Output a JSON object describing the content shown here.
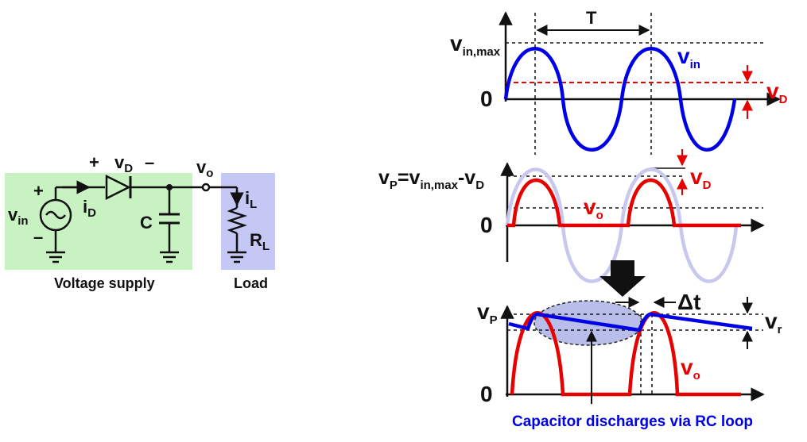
{
  "circuit": {
    "source_var": "v",
    "source_sub": "in",
    "plus_sign": "+",
    "minus_sign": "–",
    "diode_voltage_var": "v",
    "diode_voltage_sub": "D",
    "diode_current_var": "i",
    "diode_current_sub": "D",
    "capacitor_label": "C",
    "output_var": "v",
    "output_sub": "o",
    "load_current_var": "i",
    "load_current_sub": "L",
    "load_resistor_var": "R",
    "load_resistor_sub": "L",
    "supply_caption": "Voltage supply",
    "load_caption": "Load",
    "colors": {
      "supply_box": "#c9f2c2",
      "load_box": "#c5c8f5"
    }
  },
  "plots": {
    "period_label": "T",
    "vin_max_var": "v",
    "vin_max_sub": "in,max",
    "zero_label": "0",
    "vin_var": "v",
    "vin_sub": "in",
    "vd_var": "v",
    "vd_sub": "D",
    "vp_eq": {
      "a_var": "v",
      "a_sub": "P",
      "eq": "=",
      "b_var": "v",
      "b_sub": "in,max",
      "minus": "-",
      "c_var": "v",
      "c_sub": "D"
    },
    "vo_var": "v",
    "vo_sub": "o",
    "vp_var": "v",
    "vp_sub": "P",
    "delta_t": "Δt",
    "vr_var": "v",
    "vr_sub": "r",
    "discharge_note": "Capacitor discharges via RC loop",
    "colors": {
      "vin": "#0000e6",
      "vd": "#e60000",
      "vo": "#e60000",
      "ghost": "#c8c8ee",
      "ellipse": "#b8bdea",
      "note": "#0000e6"
    }
  }
}
